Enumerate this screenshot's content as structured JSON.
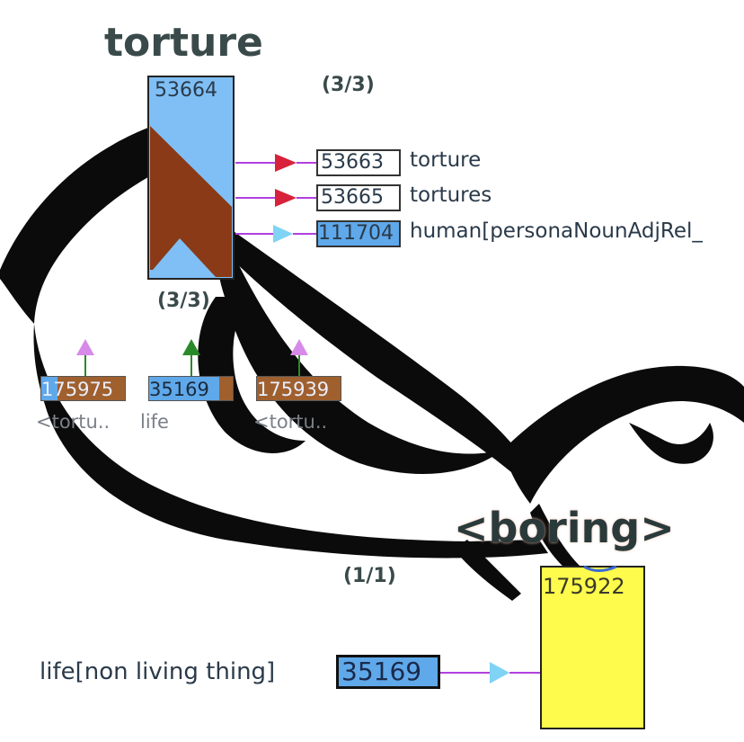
{
  "colors": {
    "calligraphy": "#0b0b0b",
    "blue_node": "#7fbff5",
    "brown_node": "#8a3a16",
    "yellow_node": "#fffb4c",
    "magenta_link": "#b040e0",
    "red_arrow": "#d8213a",
    "cyan_arrow": "#7fd3f5",
    "green_arrow": "#2a8a2a"
  },
  "diagram": {
    "top_node": {
      "title": "torture",
      "id": "53664",
      "count_right": "(3/3)",
      "count_below": "(3/3)"
    },
    "relations": [
      {
        "id": "53663",
        "label": "torture",
        "arrow": "red",
        "box_style": "white"
      },
      {
        "id": "53665",
        "label": "tortures",
        "arrow": "red",
        "box_style": "white"
      },
      {
        "id": "111704",
        "label": "human[personaNounAdjRel_",
        "arrow": "cyan",
        "box_style": "blue"
      }
    ],
    "sub_nodes": [
      {
        "id": "175975",
        "id_shown": "175975",
        "label": "<tortu..",
        "arrow": "magenta",
        "style": "blue-brown"
      },
      {
        "id": "35169",
        "id_shown": "35169",
        "label": "life",
        "arrow": "green",
        "style": "blue-brown-tail"
      },
      {
        "id": "175939",
        "id_shown": "175939",
        "label": "<tortu..",
        "arrow": "magenta",
        "style": "brown"
      }
    ],
    "bottom_node": {
      "title": "<boring>",
      "id": "175922",
      "count": "(1/1)",
      "input_label": "life[non living thing]",
      "input_id": "35169"
    }
  }
}
